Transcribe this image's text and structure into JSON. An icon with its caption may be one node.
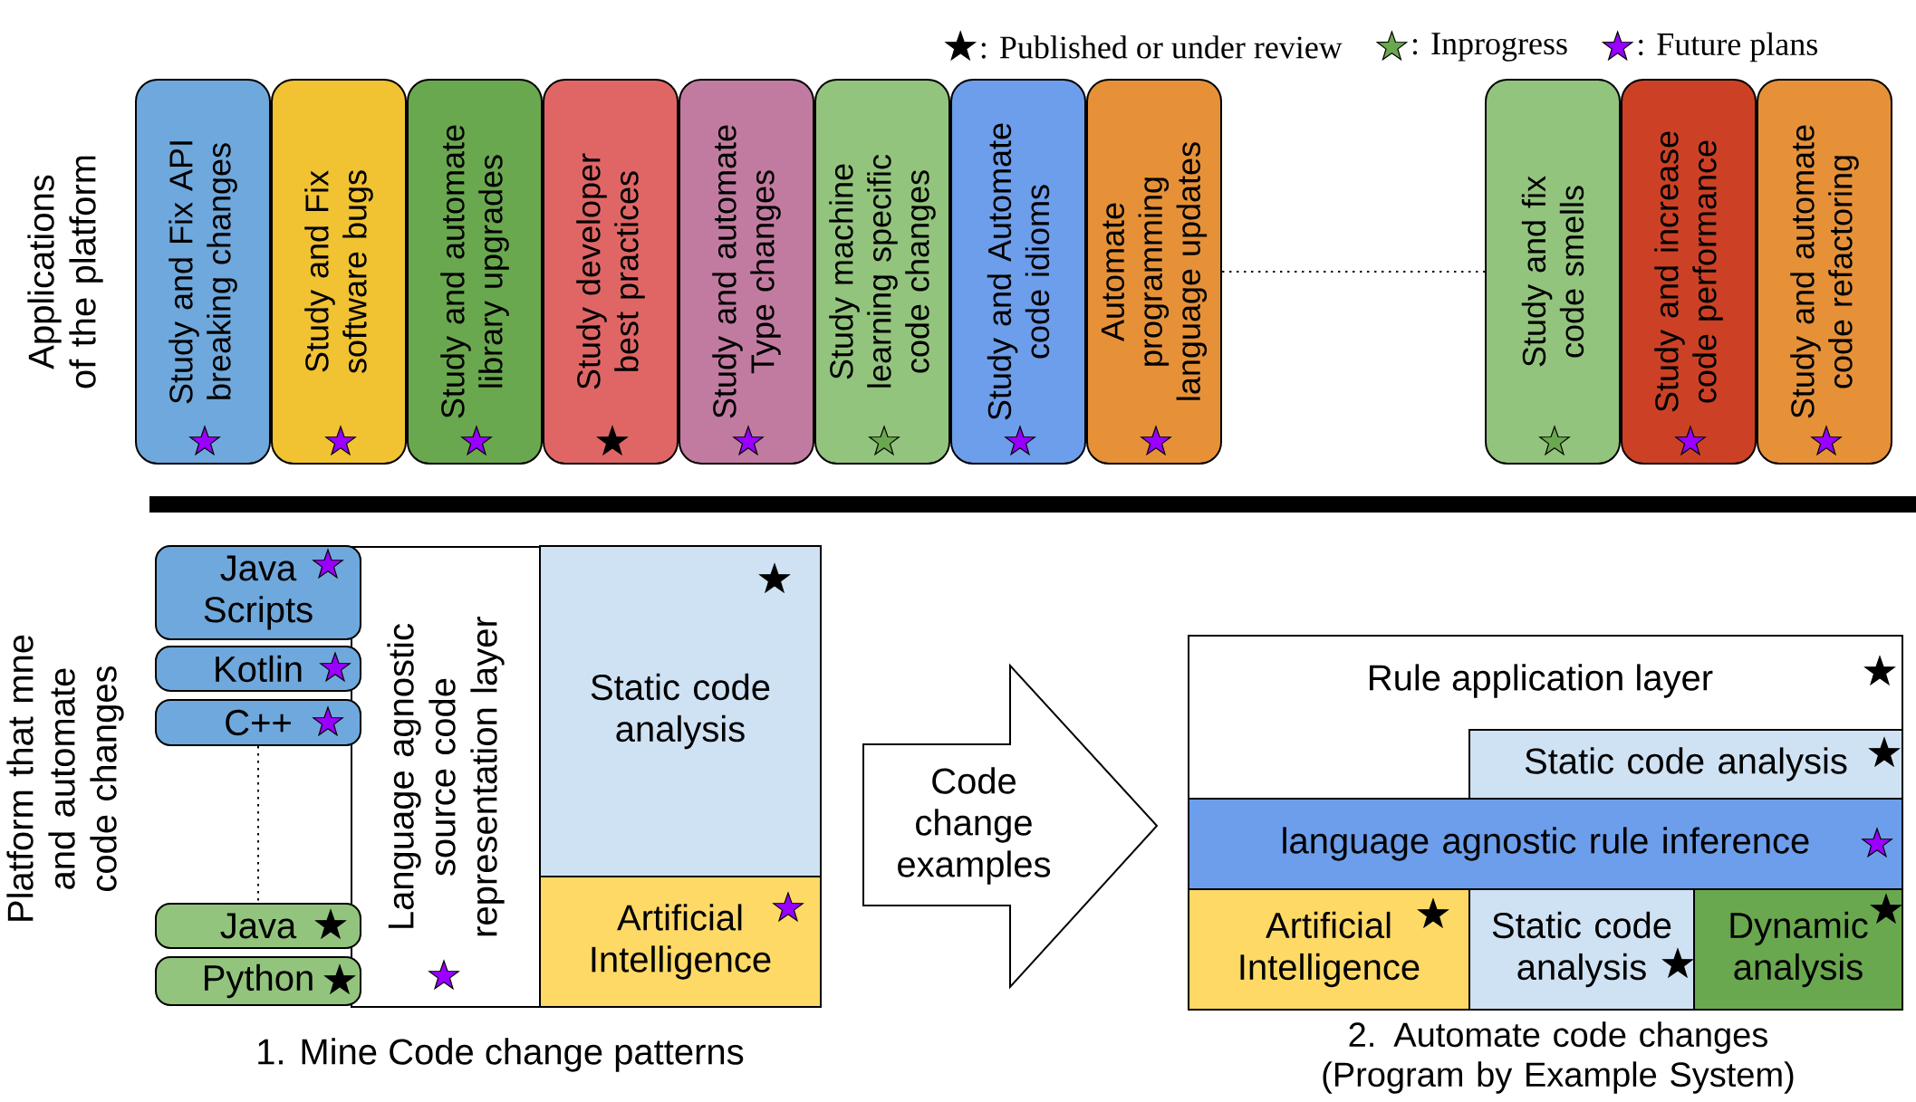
{
  "diagram": {
    "nodes": [
      {
        "text": [
          "Study and Fix API breaking changes"
        ]
      },
      {
        "text": [
          "Study and Fix software bugs"
        ]
      },
      {
        "text": [
          "Study and automate library upgrades"
        ]
      },
      {
        "text": [
          "Study developer best practices"
        ]
      },
      {
        "text": [
          "Study and automate Type changes"
        ]
      },
      {
        "text": [
          "Study machine learning specific code changes"
        ]
      },
      {
        "text": [
          "Study and Automate code idioms"
        ]
      },
      {
        "text": [
          "Automate programming language updates"
        ]
      },
      {
        "text": [
          "Study and fix code smells"
        ]
      },
      {
        "text": [
          "Study and increase code performance"
        ]
      },
      {
        "text": [
          "Study and automate code refactoring"
        ]
      },
      {
        "text": [
          "Java Scripts"
        ]
      },
      {
        "text": [
          "Kotlin"
        ]
      },
      {
        "text": [
          "C++"
        ]
      },
      {
        "text": [
          "Java"
        ]
      },
      {
        "text": [
          "Python"
        ]
      },
      {
        "text": [
          "Language agnostic source code representation layer"
        ]
      },
      {
        "text": [
          "Static code analysis"
        ]
      },
      {
        "text": [
          "Artificial Intelligence"
        ]
      },
      {
        "text": [
          "Code change examples"
        ]
      },
      {
        "text": [
          "Rule application layer"
        ]
      },
      {
        "text": [
          "Static code analysis"
        ],
        "in": 20
      },
      {
        "text": [
          "language agnostic rule inference"
        ],
        "in": 20
      },
      {
        "text": [
          "Artificial Intelligence"
        ],
        "in": 20
      },
      {
        "text": [
          "Static code analysis"
        ],
        "in": 20
      },
      {
        "text": [
          "Dynamic analysis"
        ],
        "in": 20
      },
      {
        "text": [],
        "shape": "bar"
      }
    ],
    "edges": [
      {
        "from": 7,
        "to": 8,
        "arrow": "none",
        "style": "dashed"
      },
      {
        "from": 13,
        "to": 14,
        "arrow": "none",
        "style": "dashed"
      }
    ],
    "labels": [
      "Applications of the platform",
      "Platform that mne and automate code changes",
      "1. Mine Code change patterns",
      "2. Automate code changes (Program by Example System)"
    ],
    "legend": [
      {
        "text": ": Published or under review"
      },
      {
        "text": ": Inprogress"
      },
      {
        "text": ": Future plans"
      }
    ]
  }
}
